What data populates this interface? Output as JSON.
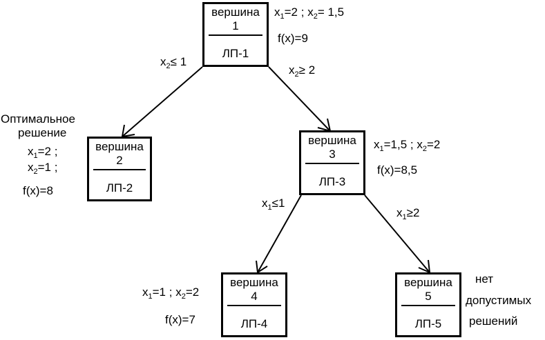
{
  "nodes": [
    {
      "title": "вершина",
      "num": "1",
      "lp": "ЛП-1"
    },
    {
      "title": "вершина",
      "num": "2",
      "lp": "ЛП-2"
    },
    {
      "title": "вершина",
      "num": "3",
      "lp": "ЛП-3"
    },
    {
      "title": "вершина",
      "num": "4",
      "lp": "ЛП-4"
    },
    {
      "title": "вершина",
      "num": "5",
      "lp": "ЛП-5"
    }
  ],
  "edges": [
    {
      "var": "x",
      "sub": "2",
      "op": "≤",
      "rhs": " 1"
    },
    {
      "var": "x",
      "sub": "2",
      "op": "≥",
      "rhs": " 2"
    },
    {
      "var": "x",
      "sub": "1",
      "op": "≤",
      "rhs": "1"
    },
    {
      "var": "x",
      "sub": "1",
      "op": "≥",
      "rhs": "2"
    }
  ],
  "node1_info": {
    "x1_var": "x",
    "x1_sub": "1",
    "x1_val": "=2 ;",
    "x2_var": "x",
    "x2_sub": "2",
    "x2_val": "= 1,5",
    "f": "f(x)=9"
  },
  "node2_info": {
    "heading_line1": "Оптимальное",
    "heading_line2": "решение",
    "x1_var": "x",
    "x1_sub": "1",
    "x1_val": "=2 ;",
    "x2_var": "x",
    "x2_sub": "2",
    "x2_val": "=1 ;",
    "f": "f(x)=8"
  },
  "node3_info": {
    "x1_var": "x",
    "x1_sub": "1",
    "x1_val": "=1,5 ;",
    "x2_var": "x",
    "x2_sub": "2",
    "x2_val": "=2",
    "f": "f(x)=8,5"
  },
  "node4_info": {
    "x1_var": "x",
    "x1_sub": "1",
    "x1_val": "=1 ;",
    "x2_var": "x",
    "x2_sub": "2",
    "x2_val": "=2",
    "f": "f(x)=7"
  },
  "node5_info": {
    "line1": "нет",
    "line2": "допустимых",
    "line3": "решений"
  }
}
